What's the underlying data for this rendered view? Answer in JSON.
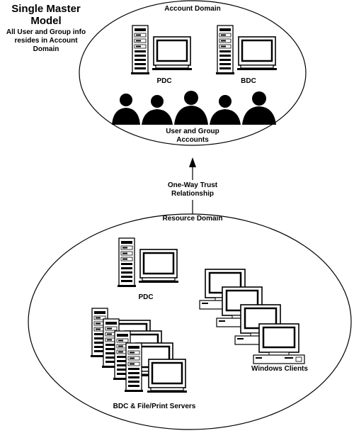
{
  "title": {
    "main": "Single Master Model",
    "subtitle": "All User and Group info resides in Account Domain"
  },
  "account_domain": {
    "label": "Account Domain",
    "pdc_label": "PDC",
    "bdc_label": "BDC",
    "accounts_label": "User and Group Accounts"
  },
  "trust": {
    "label": "One-Way Trust Relationship",
    "direction": "resource-to-account"
  },
  "resource_domain": {
    "label": "Resource Domain",
    "pdc_label": "PDC",
    "servers_label": "BDC & File/Print Servers",
    "clients_label": "Windows Clients"
  },
  "icons": [
    "server-tower-icon",
    "crt-monitor-icon",
    "desktop-pc-icon",
    "people-silhouette-icon",
    "arrow-up-icon"
  ]
}
